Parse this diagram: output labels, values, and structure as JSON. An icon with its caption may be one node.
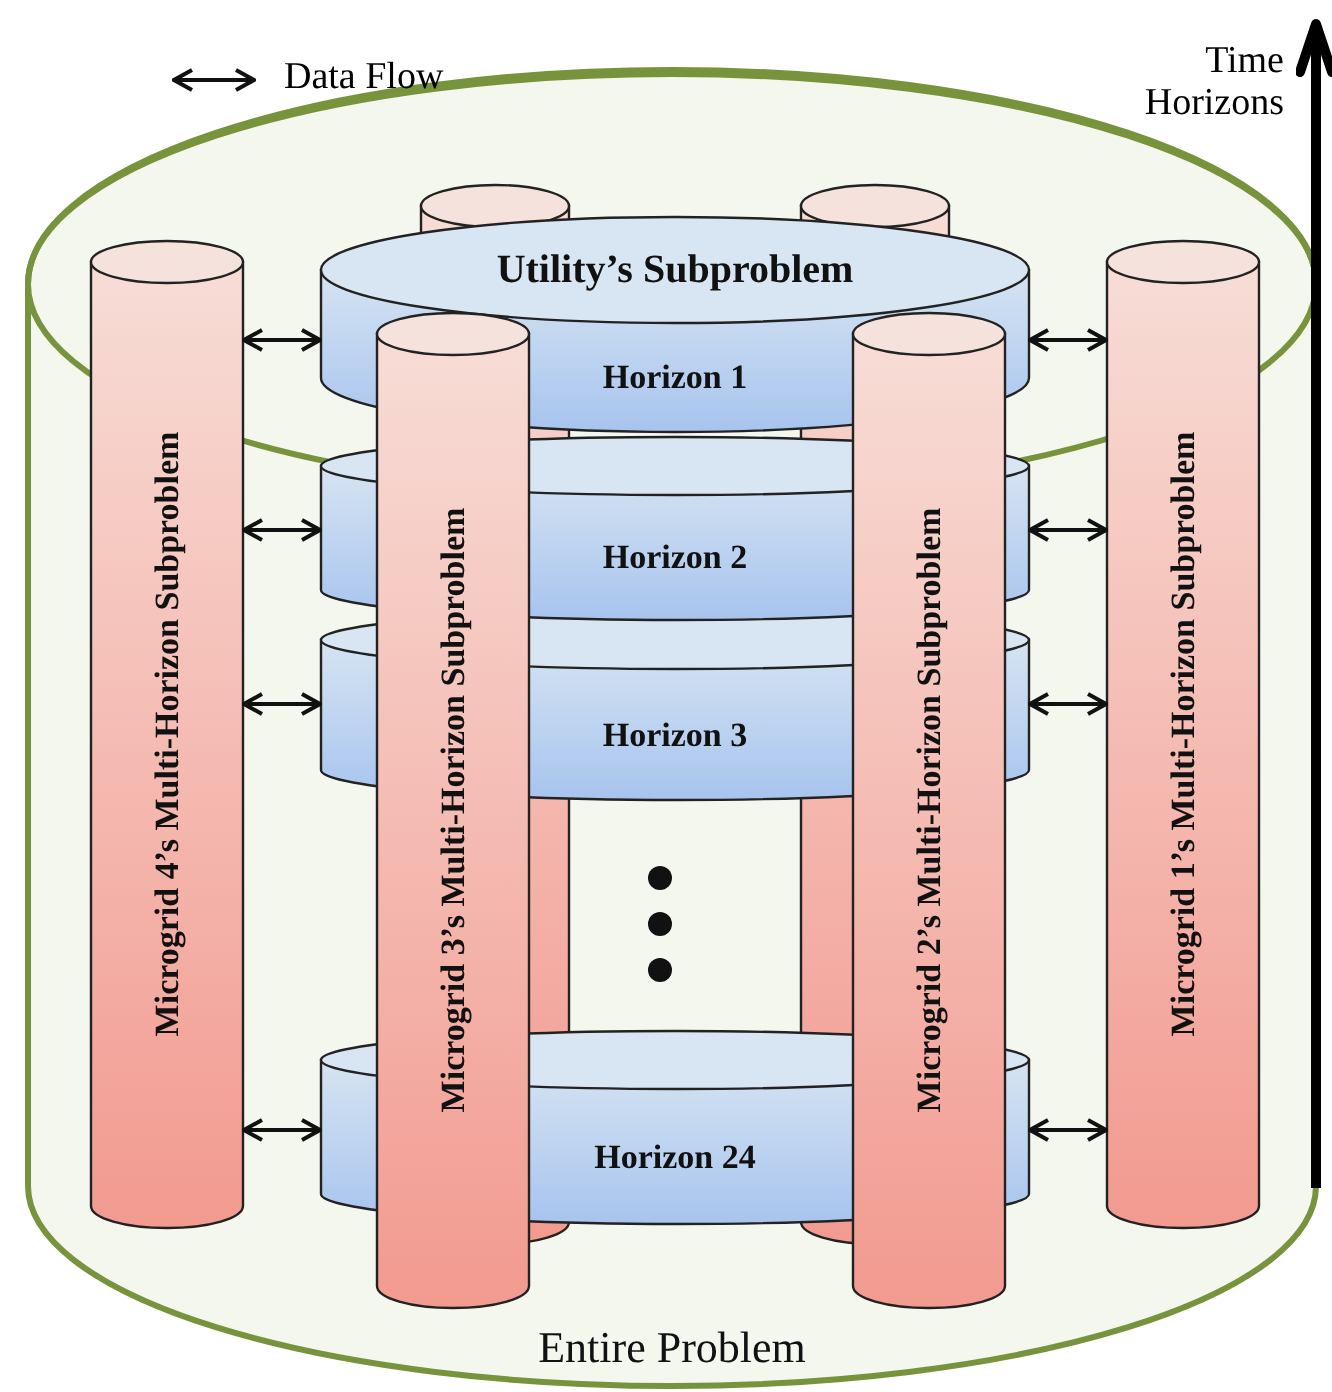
{
  "diagram": {
    "nodes": [
      {
        "text": [
          "Entire Problem"
        ]
      },
      {
        "text": [],
        "shape": "cylinder",
        "in": 0
      },
      {
        "text": [],
        "shape": "cylinder",
        "in": 0
      },
      {
        "text": [
          "Microgrid 4’s Multi-Horizon Subproblem"
        ],
        "in": 0
      },
      {
        "text": [
          "Utility’s Subproblem",
          "Horizon 1"
        ],
        "in": 0
      },
      {
        "text": [
          "Microgrid 3’s Multi-Horizon Subproblem"
        ],
        "in": 0
      },
      {
        "text": [
          "Microgrid 2’s Multi-Horizon Subproblem"
        ],
        "in": 0
      },
      {
        "text": [
          "Microgrid 1’s Multi-Horizon Subproblem"
        ],
        "in": 0
      },
      {
        "text": [
          "Horizon 2"
        ],
        "in": 0
      },
      {
        "text": [
          "Horizon 3"
        ],
        "in": 0
      },
      {
        "text": [
          "Horizon 24"
        ],
        "in": 0
      }
    ],
    "edges": [
      {
        "from": 3,
        "to": 4,
        "arrow": "both"
      },
      {
        "from": 4,
        "to": 7,
        "arrow": "both"
      },
      {
        "from": 3,
        "to": 8,
        "arrow": "both"
      },
      {
        "from": 8,
        "to": 7,
        "arrow": "both"
      },
      {
        "from": 3,
        "to": 9,
        "arrow": "both"
      },
      {
        "from": 9,
        "to": 7,
        "arrow": "both"
      },
      {
        "from": 3,
        "to": 10,
        "arrow": "both"
      },
      {
        "from": 10,
        "to": 7,
        "arrow": "both"
      }
    ],
    "labels": [
      "Time Horizons"
    ],
    "legend": [
      {
        "text": "Data Flow"
      }
    ]
  }
}
